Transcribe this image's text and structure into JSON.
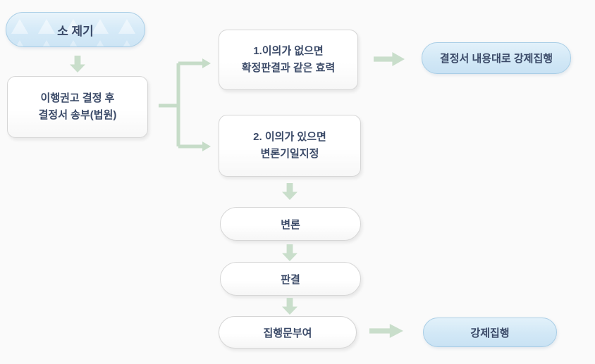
{
  "diagram": {
    "nodes": {
      "so_jegi": {
        "label": "소 제기"
      },
      "ihaeng": {
        "line1": "이행권고 결정 후",
        "line2": "결정서 송부(법원)"
      },
      "branch1": {
        "line1": "1.이의가 없으면",
        "line2": "확정판결과 같은 효력"
      },
      "result1": {
        "label": "결정서 내용대로 강제집행"
      },
      "branch2": {
        "line1": "2. 이의가 있으면",
        "line2": "변론기일지정"
      },
      "byeonron": {
        "label": "변론"
      },
      "pangyeol": {
        "label": "판결"
      },
      "jiphaengmun": {
        "label": "집행문부여"
      },
      "gangje": {
        "label": "강제집행"
      }
    },
    "colors": {
      "background": "#fafafa",
      "arrow_green": "#c9decb",
      "connector_green": "#c6dcc8",
      "blue_pill_fill": "#d2e8f6",
      "blue_pill_border": "#a9cee6",
      "white_box_border": "#d6d6d6",
      "text_navy": "#3b4a68"
    }
  }
}
